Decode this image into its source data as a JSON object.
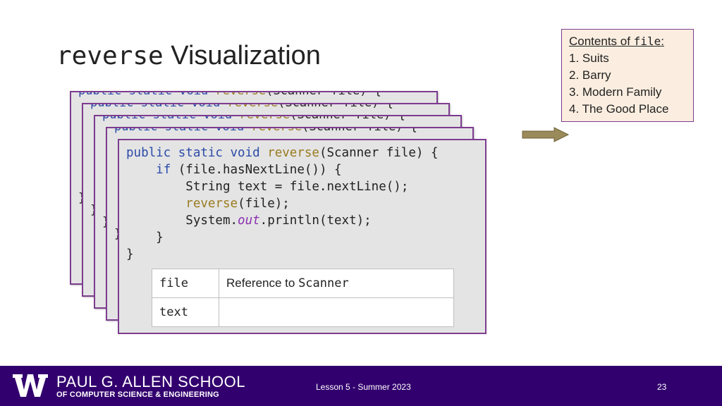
{
  "title": {
    "code_part": "reverse",
    "text_part": "Visualization"
  },
  "contents_box": {
    "heading_prefix": "Contents of ",
    "heading_code": "file",
    "heading_suffix": ":",
    "items": [
      "1. Suits",
      "2. Barry",
      "3. Modern Family",
      "4. The Good Place"
    ]
  },
  "code": {
    "line1": {
      "kw1": "public static void ",
      "method": "reverse",
      "rest": "(Scanner file) {"
    },
    "line2": {
      "indent": "    ",
      "kw": "if",
      "rest": " (file.hasNextLine()) {"
    },
    "line3": "        String text = file.nextLine();",
    "line4": {
      "indent": "        ",
      "method": "reverse",
      "rest": "(file);"
    },
    "line5": {
      "indent": "        System.",
      "field": "out",
      "rest": ".println(text);"
    },
    "line6": "    }",
    "line7": "}"
  },
  "variables": [
    {
      "name": "file",
      "value_prefix": "Reference to ",
      "value_code": "Scanner"
    },
    {
      "name": "text",
      "value_prefix": "",
      "value_code": ""
    }
  ],
  "back_frame_brace": "}",
  "footer": {
    "school_line1": "PAUL G. ALLEN SCHOOL",
    "school_line2": "OF COMPUTER SCIENCE & ENGINEERING",
    "lesson": "Lesson 5 - Summer 2023",
    "page_number": "23"
  },
  "colors": {
    "keyword": "#2a4aa8",
    "method": "#9a7b20",
    "field": "#8a2fb0",
    "frame_border": "#7d3c8f",
    "footer_bg": "#32006e",
    "arrow": "#9b8a5a"
  }
}
